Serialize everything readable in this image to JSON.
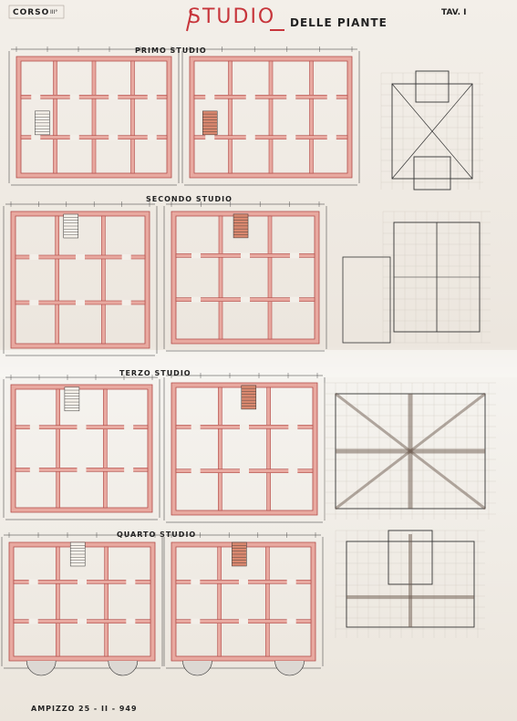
{
  "header": {
    "corso": "CORSO",
    "corso_mark": "III°",
    "title_main": "STUDIO",
    "title_mid": "DELLE PIANTE",
    "tav": "TAV. I"
  },
  "sections": {
    "primo": "PRIMO STUDIO",
    "secondo": "SECONDO STUDIO",
    "terzo": "TERZO STUDIO",
    "quarto": "QUARTO STUDIO"
  },
  "footer": {
    "place": "AMPIZZO",
    "date": "25 - II - 949"
  },
  "colors": {
    "wall_fill": "#e8a9a0",
    "wall_line": "#b14a47",
    "title_red": "#c7353b",
    "line": "#333333",
    "stair": "#d9886f"
  }
}
